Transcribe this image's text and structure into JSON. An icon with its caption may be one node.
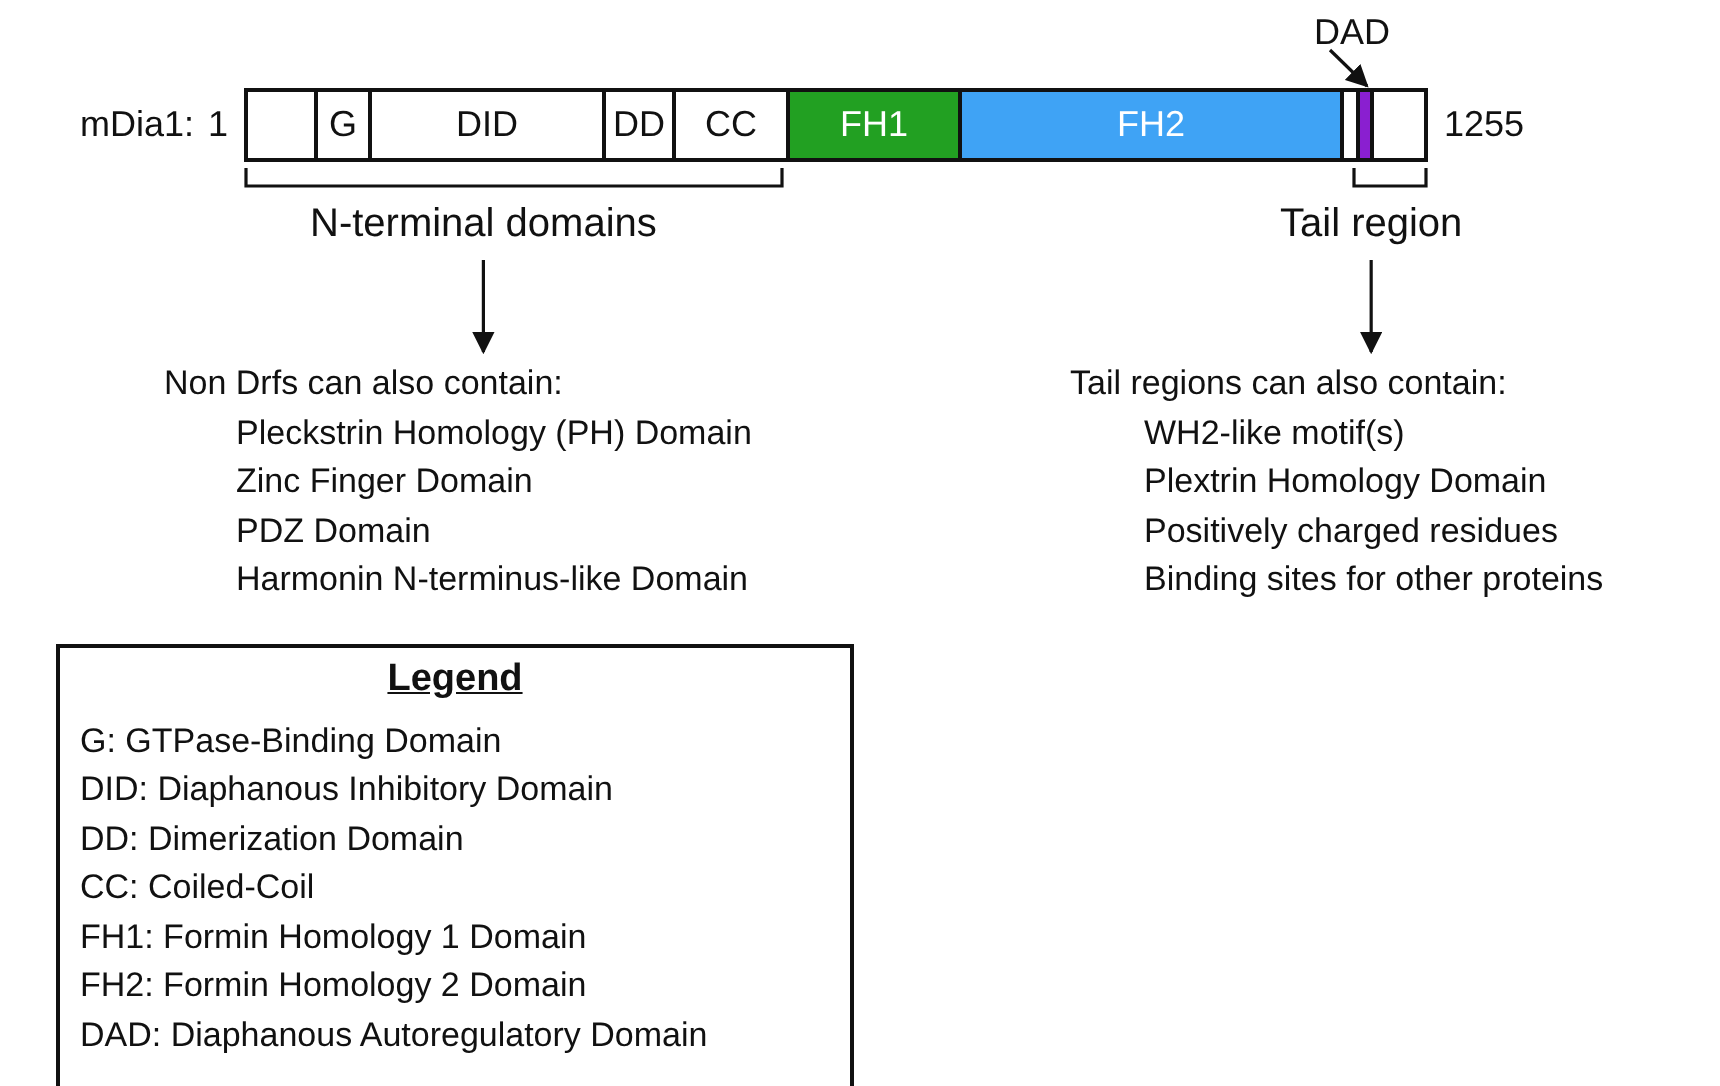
{
  "diagram": {
    "nodes": [
      {
        "text": [
          "DAD"
        ]
      },
      {
        "text": [],
        "shape": "box"
      },
      {
        "text": [
          "G"
        ]
      },
      {
        "text": [
          "DID"
        ]
      },
      {
        "text": [
          "DD"
        ]
      },
      {
        "text": [
          "CC"
        ]
      },
      {
        "text": [
          "FH1"
        ]
      },
      {
        "text": [
          "FH2"
        ]
      },
      {
        "text": [],
        "shape": "box"
      },
      {
        "text": [],
        "shape": "bar"
      },
      {
        "text": [],
        "shape": "box"
      },
      {
        "text": [
          "N-terminal domains"
        ]
      },
      {
        "text": [
          "Tail region"
        ]
      },
      {
        "text": [
          "Non Drfs can also contain:",
          "Pleckstrin Homology (PH) Domain",
          "Zinc Finger Domain",
          "PDZ Domain",
          "Harmonin N-terminus-like Domain"
        ]
      },
      {
        "text": [
          "Tail regions can also contain:",
          "WH2-like motif(s)",
          "Plextrin Homology Domain",
          "Positively charged residues",
          "Binding sites for other proteins"
        ]
      },
      {
        "text": [
          "Legend",
          "G: GTPase-Binding Domain",
          "DID: Diaphanous Inhibitory Domain",
          "DD: Dimerization Domain",
          "CC: Coiled-Coil",
          "FH1: Formin Homology 1 Domain",
          "FH2: Formin Homology 2 Domain",
          "DAD: Diaphanous Autoregulatory Domain"
        ]
      }
    ],
    "edges": [
      {
        "from": 0,
        "to": 9,
        "arrow": "to"
      },
      {
        "from": 11,
        "to": 13,
        "arrow": "to"
      },
      {
        "from": 12,
        "to": 14,
        "arrow": "to"
      }
    ],
    "labels": [
      "mDia1:",
      "1",
      "1255"
    ]
  }
}
